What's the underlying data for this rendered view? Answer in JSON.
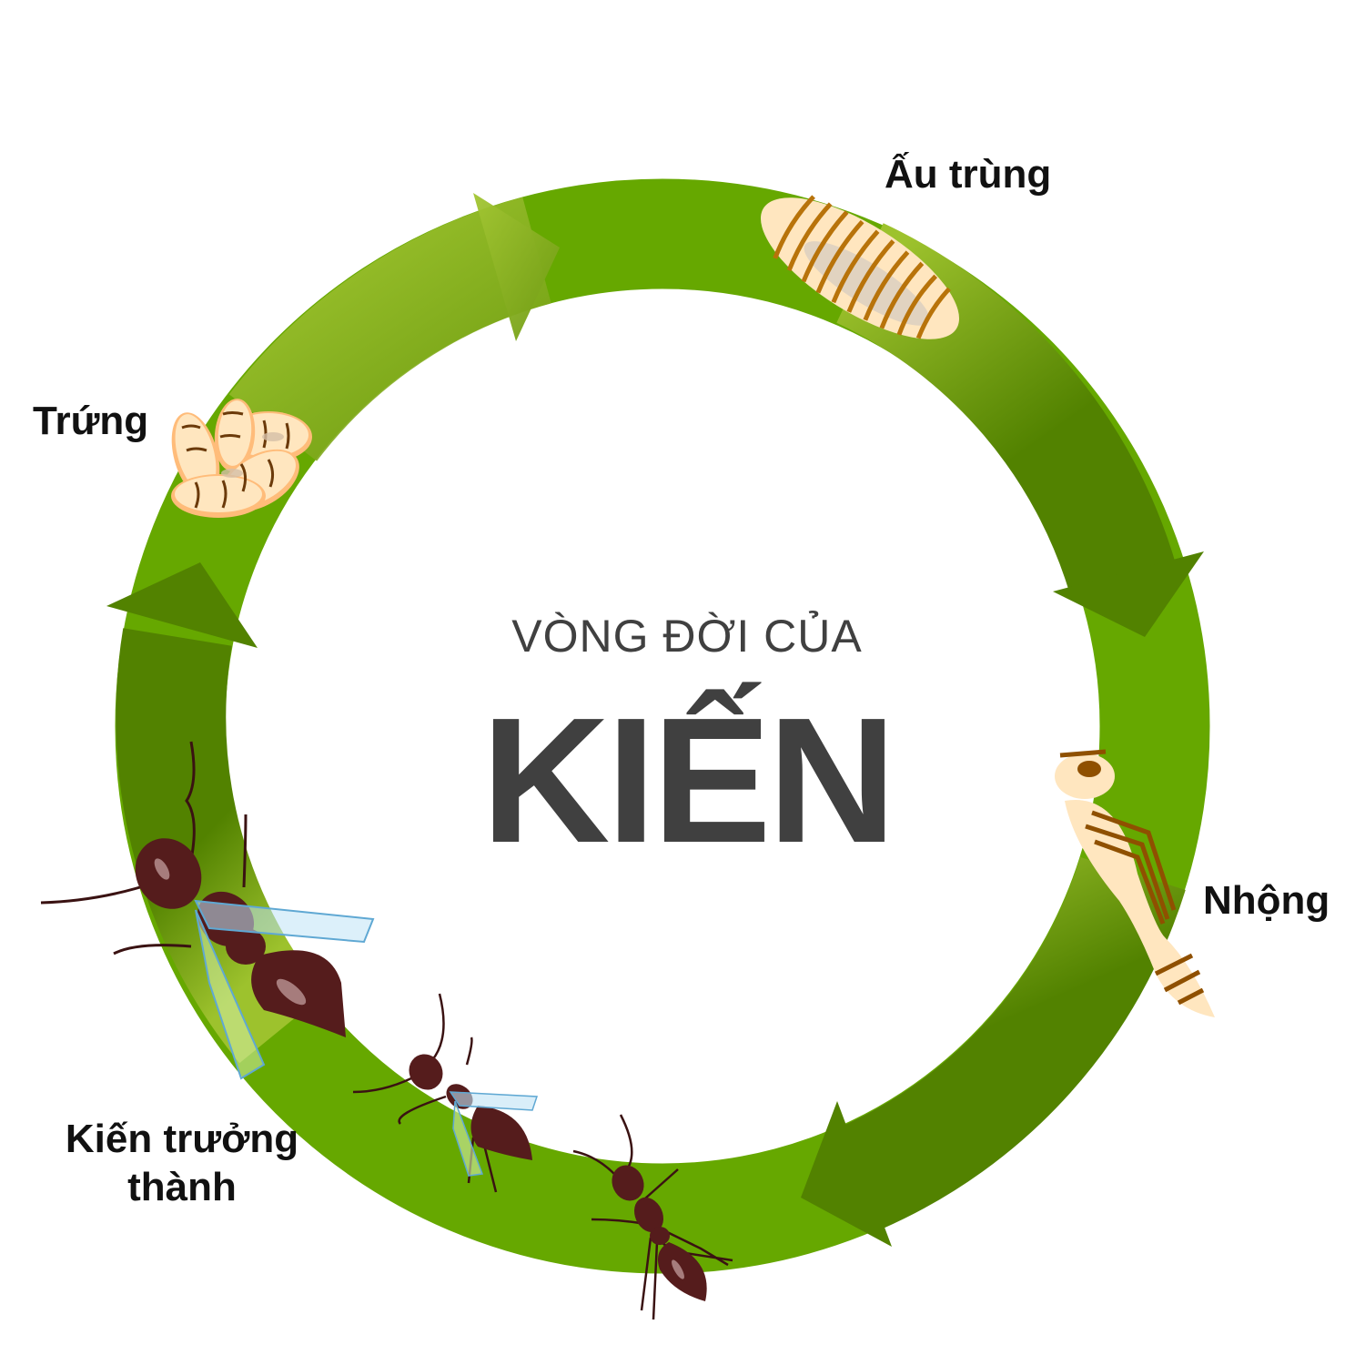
{
  "title": {
    "subtitle": "VÒNG ĐỜI CỦA",
    "main": "KIẾN"
  },
  "stages": [
    {
      "id": "egg",
      "label": "Trứng",
      "icon": "egg-cluster-icon"
    },
    {
      "id": "larva",
      "label": "Ấu trùng",
      "icon": "larva-icon"
    },
    {
      "id": "pupa",
      "label": "Nhộng",
      "icon": "pupa-icon"
    },
    {
      "id": "adult",
      "label": "Kiến trưởng thành",
      "icon": "adult-ant-icon"
    }
  ],
  "colors": {
    "ring_main": "#66A800",
    "ring_dark": "#528200",
    "ring_light": "#9DC22D",
    "title_text": "#404040",
    "label_text": "#111111",
    "ant_body": "#551C1C",
    "larva_body": "#FFE6BF",
    "larva_stripe": "#B8730A"
  }
}
